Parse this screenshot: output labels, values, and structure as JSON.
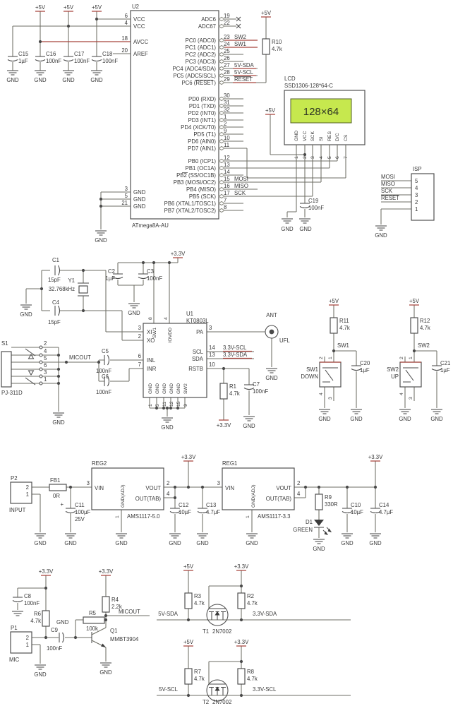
{
  "colors": {
    "accent_red": "#a7433c",
    "wire": "#6e6e64",
    "outline": "#4a4a4a",
    "lcd_screen": "#c6e84e"
  },
  "power": {
    "v5": "+5V",
    "v33": "+3.3V",
    "gnd": "GND"
  },
  "mcu": {
    "ref": "U2",
    "part": "ATmega8A-AU",
    "left": [
      {
        "n": "6",
        "l": "VCC"
      },
      {
        "n": "4",
        "l": "VCC"
      },
      {
        "n": "18",
        "l": "AVCC"
      },
      {
        "n": "20",
        "l": "AREF"
      },
      {
        "n": "3",
        "l": "GND"
      },
      {
        "n": "5",
        "l": "GND"
      },
      {
        "n": "21",
        "l": "GND"
      }
    ],
    "right": [
      {
        "n": "19",
        "l": "ADC6"
      },
      {
        "n": "22",
        "l": "ADC67"
      },
      {
        "n": "23",
        "l": "PC0 (ADC0)",
        "net": "SW2"
      },
      {
        "n": "24",
        "l": "PC1 (ADC1)",
        "net": "SW1"
      },
      {
        "n": "25",
        "l": "PC2 (ADC2)"
      },
      {
        "n": "26",
        "l": "PC3 (ADC3)"
      },
      {
        "n": "27",
        "l": "PC4 (ADC4/SDA)",
        "net": "5V-SDA"
      },
      {
        "n": "28",
        "l": "PC5 (ADC5/SCL)",
        "net": "5V-SCL"
      },
      {
        "n": "29",
        "l": "PC6 (RESET)",
        "net": "RESET"
      },
      {
        "n": "30",
        "l": "PD0 (RXD)"
      },
      {
        "n": "31",
        "l": "PD1 (TXD)"
      },
      {
        "n": "32",
        "l": "PD2 (INT0)"
      },
      {
        "n": "1",
        "l": "PD3 (INT1)"
      },
      {
        "n": "2",
        "l": "PD4 (XCK/T0)"
      },
      {
        "n": "9",
        "l": "PD5 (T1)"
      },
      {
        "n": "10",
        "l": "PD6 (AIN0)"
      },
      {
        "n": "11",
        "l": "PD7 (AIN1)"
      },
      {
        "n": "12",
        "l": "PB0 (ICP1)"
      },
      {
        "n": "13",
        "l": "PB1 (OC1A)"
      },
      {
        "n": "14",
        "l": "PB2 (SS/OC1B)"
      },
      {
        "n": "15",
        "l": "PB3 (MOSI/OC2)",
        "net": "MOSI"
      },
      {
        "n": "16",
        "l": "PB4 (MISO)",
        "net": "MISO"
      },
      {
        "n": "17",
        "l": "PB5 (SCK)",
        "net": "SCK"
      },
      {
        "n": "7",
        "l": "PB6 (XTAL1/TOSC1)"
      },
      {
        "n": "8",
        "l": "PB7 (XTAL2/TOSC2)"
      }
    ]
  },
  "r10": {
    "ref": "R10",
    "val": "4.7k"
  },
  "caps_top": [
    {
      "ref": "C15",
      "val": "1µF"
    },
    {
      "ref": "C16",
      "val": "100nF"
    },
    {
      "ref": "C17",
      "val": "100nF"
    },
    {
      "ref": "C18",
      "val": "100nF"
    }
  ],
  "lcd": {
    "name": "LCD",
    "part": "SSD1306-128*64-C",
    "screen": "128×64",
    "pins": [
      "GND",
      "VCC",
      "SCK",
      "SI",
      "RES",
      "D/C",
      "CS"
    ],
    "nums": [
      "1",
      "2",
      "3",
      "4",
      "5",
      "6",
      "7"
    ],
    "c19": {
      "ref": "C19",
      "val": "100nF"
    }
  },
  "isp": {
    "name": "ISP",
    "nums": [
      "5",
      "4",
      "3",
      "2",
      "1"
    ],
    "nets": [
      "MOSI",
      "MISO",
      "SCK",
      "RESET"
    ]
  },
  "xtal": {
    "c1": {
      "ref": "C1",
      "val": "15pF"
    },
    "c4": {
      "ref": "C4",
      "val": "15pF"
    },
    "y1": {
      "ref": "Y1",
      "val": "32.768kHz"
    }
  },
  "u1": {
    "ref": "U1",
    "part": "KT0803L",
    "left": [
      {
        "n": "3",
        "l": "XI"
      },
      {
        "n": "2",
        "l": "XO"
      },
      {
        "n": "6",
        "l": "INL"
      },
      {
        "n": "7",
        "l": "INR"
      }
    ],
    "top": [
      {
        "n": "8",
        "l": "SW1"
      },
      {
        "n": "4",
        "l": "IOVDD"
      }
    ],
    "right": [
      {
        "n": "3",
        "l": "PA"
      },
      {
        "n": "14",
        "l": "SCL",
        "net": "3.3V-SCL"
      },
      {
        "n": "13",
        "l": "SDA",
        "net": "3.3V-SDA"
      },
      {
        "n": "10",
        "l": "RSTB"
      }
    ],
    "bottom": [
      {
        "n": "1",
        "l": "GND"
      },
      {
        "n": "5",
        "l": "GND"
      },
      {
        "n": "11",
        "l": "GND"
      },
      {
        "n": "12",
        "l": "GND"
      },
      {
        "n": "15",
        "l": "GND"
      },
      {
        "n": "9",
        "l": "SW2"
      }
    ],
    "c2": {
      "ref": "C2",
      "val": "1µF"
    },
    "c3": {
      "ref": "C3",
      "val": "100nF"
    },
    "r1": {
      "ref": "R1",
      "val": "4.7k"
    },
    "c7": {
      "ref": "C7",
      "val": "100nF"
    }
  },
  "ant": {
    "name": "ANT",
    "type": "UFL"
  },
  "jack": {
    "ref": "S1",
    "part": "PJ-311D",
    "pins": [
      "2",
      "4",
      "5",
      "6",
      "3",
      "1"
    ],
    "micout": "MICOUT",
    "c5": {
      "ref": "C5",
      "val": "100nF"
    },
    "c6": {
      "ref": "C6",
      "val": "100nF"
    }
  },
  "sw1": {
    "net": "SW1",
    "name": "SW1",
    "mode": "DOWN",
    "r": {
      "ref": "R11",
      "val": "4.7k"
    },
    "c": {
      "ref": "C20",
      "val": "1µF"
    },
    "pins": [
      "2",
      "1",
      "4",
      "3"
    ]
  },
  "sw2": {
    "net": "SW2",
    "name": "SW2",
    "mode": "UP",
    "r": {
      "ref": "R12",
      "val": "4.7k"
    },
    "c": {
      "ref": "C21",
      "val": "1µF"
    },
    "pins": [
      "2",
      "1",
      "4",
      "3"
    ]
  },
  "pwr": {
    "p2": {
      "ref": "P2",
      "label": "INPUT",
      "pins": [
        "2",
        "1"
      ]
    },
    "fb1": {
      "ref": "FB1",
      "val": "0R"
    },
    "c11": {
      "ref": "C11",
      "val": "100µF",
      "v": "25V",
      "plus": "+"
    },
    "reg2": {
      "ref": "REG2",
      "part": "AMS1117-5.0",
      "vin": "VIN",
      "gnd": "GND(ADJ)",
      "vout": "VOUT",
      "tab": "OUT(TAB)",
      "n_vin": "3",
      "n_gnd": "1",
      "n_vout": "2",
      "n_tab": "4"
    },
    "reg1": {
      "ref": "REG1",
      "part": "AMS1117-3.3",
      "vin": "VIN",
      "gnd": "GND(ADJ)",
      "vout": "VOUT",
      "tab": "OUT(TAB)",
      "n_vin": "3",
      "n_gnd": "1",
      "n_vout": "2",
      "n_tab": "4"
    },
    "c12": {
      "ref": "C12",
      "val": "10µF"
    },
    "c13": {
      "ref": "C13",
      "val": "4.7µF"
    },
    "r9": {
      "ref": "R9",
      "val": "330R"
    },
    "d1": {
      "ref": "D1",
      "color": "GREEN"
    },
    "c10": {
      "ref": "C10",
      "val": "10µF"
    },
    "c14": {
      "ref": "C14",
      "val": "4.7µF"
    }
  },
  "mic": {
    "p1": {
      "ref": "P1",
      "label": "MIC",
      "pins": [
        "2",
        "1"
      ]
    },
    "c8": {
      "ref": "C8",
      "val": "100nF"
    },
    "r6": {
      "ref": "R6",
      "val": "4.7k"
    },
    "c9": {
      "ref": "C9",
      "val": "100nF"
    },
    "r5": {
      "ref": "R5",
      "val": "100k"
    },
    "r4": {
      "ref": "R4",
      "val": "2.2k"
    },
    "q1": {
      "ref": "Q1",
      "part": "MMBT3904"
    },
    "micout": "MICOUT",
    "gnd_net": "GND"
  },
  "shift": {
    "t1": {
      "ref": "T1",
      "part": "2N7002",
      "rl": {
        "ref": "R3",
        "val": "4.7k"
      },
      "rr": {
        "ref": "R2",
        "val": "4.7k"
      },
      "in": "5V-SDA",
      "out": "3.3V-SDA"
    },
    "t2": {
      "ref": "T2",
      "part": "2N7002",
      "rl": {
        "ref": "R7",
        "val": "4.7k"
      },
      "rr": {
        "ref": "R8",
        "val": "4.7k"
      },
      "in": "5V-SCL",
      "out": "3.3V-SCL"
    }
  }
}
